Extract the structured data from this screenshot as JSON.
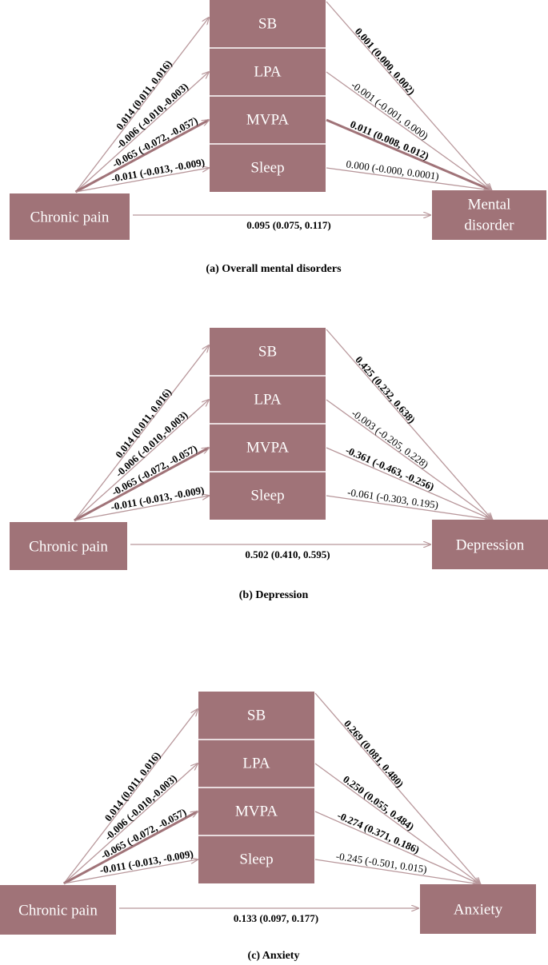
{
  "panels": [
    {
      "caption": "(a) Overall mental disorders",
      "exposure": "Chronic pain",
      "outcome": [
        "Mental",
        "disorder"
      ],
      "mediators": [
        "SB",
        "LPA",
        "MVPA",
        "Sleep"
      ],
      "a_paths": [
        {
          "text": "0.014 (0.011, 0.016)",
          "bold": true
        },
        {
          "text": "-0.006 (-0.010,-0.003)",
          "bold": true
        },
        {
          "text": "-0.065 (-0.072, -0.057)",
          "bold": true
        },
        {
          "text": "-0.011 (-0.013, -0.009)",
          "bold": true
        }
      ],
      "b_paths": [
        {
          "text": "0.001 (0.000, 0.002)",
          "bold": true
        },
        {
          "text": "-0.001 (-0.001, 0.000)",
          "bold": false
        },
        {
          "text": "0.011 (0.008, 0.012)",
          "bold": true
        },
        {
          "text": "0.000 (-0.000, 0.0001)",
          "bold": false
        }
      ],
      "direct": {
        "text": "0.095 (0.075, 0.117)",
        "bold": true
      }
    },
    {
      "caption": "(b) Depression",
      "exposure": "Chronic pain",
      "outcome": [
        "Depression"
      ],
      "mediators": [
        "SB",
        "LPA",
        "MVPA",
        "Sleep"
      ],
      "a_paths": [
        {
          "text": "0.014 (0.011, 0.016)",
          "bold": true
        },
        {
          "text": "-0.006 (-0.010,-0.003)",
          "bold": true
        },
        {
          "text": "-0.065 (-0.072, -0.057)",
          "bold": true
        },
        {
          "text": "-0.011 (-0.013, -0.009)",
          "bold": true
        }
      ],
      "b_paths": [
        {
          "text": "0.425 (0.232, 0.638)",
          "bold": true
        },
        {
          "text": "-0.003 (-0.205, 0.228)",
          "bold": false
        },
        {
          "text": "-0.361 (-0.463, -0.256)",
          "bold": true
        },
        {
          "text": "-0.061 (-0.303, 0.195)",
          "bold": false
        }
      ],
      "direct": {
        "text": "0.502 (0.410, 0.595)",
        "bold": true
      }
    },
    {
      "caption": "(c) Anxiety",
      "exposure": "Chronic pain",
      "outcome": [
        "Anxiety"
      ],
      "mediators": [
        "SB",
        "LPA",
        "MVPA",
        "Sleep"
      ],
      "a_paths": [
        {
          "text": "0.014 (0.011, 0.016)",
          "bold": true
        },
        {
          "text": "-0.006 (-0.010,-0.003)",
          "bold": true
        },
        {
          "text": "-0.065 (-0.072, -0.057)",
          "bold": true
        },
        {
          "text": "-0.011 (-0.013, -0.009)",
          "bold": true
        }
      ],
      "b_paths": [
        {
          "text": "0.269 (0.081, 0.480)",
          "bold": true
        },
        {
          "text": "0.250 (0.055, 0.484)",
          "bold": true
        },
        {
          "text": "-0.274 (0.371, 0.186)",
          "bold": true
        },
        {
          "text": "-0.245 (-0.501, 0.015)",
          "bold": false
        }
      ],
      "direct": {
        "text": "0.133 (0.097, 0.177)",
        "bold": true
      }
    }
  ],
  "colors": {
    "box": "#a07378",
    "arrow": "#b8979b",
    "box_text": "#ffffff"
  }
}
